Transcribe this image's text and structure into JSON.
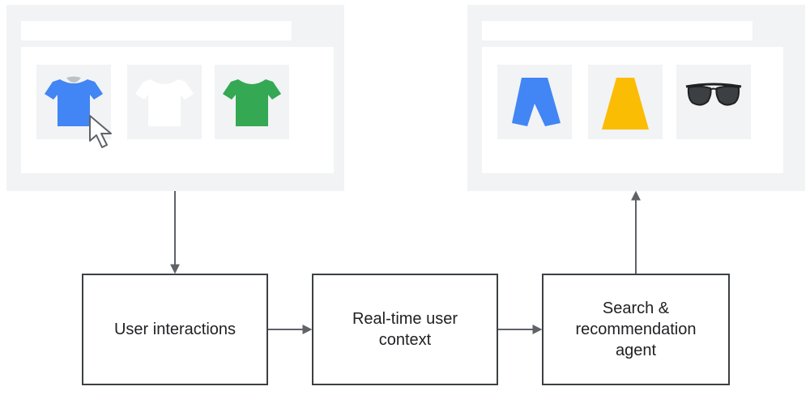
{
  "left_page": {
    "products": [
      {
        "icon": "tshirt-icon",
        "color": "#4285f4"
      },
      {
        "icon": "tshirt-icon",
        "color": "#ffffff"
      },
      {
        "icon": "tshirt-icon",
        "color": "#34a853"
      }
    ],
    "cursor_icon": "cursor-arrow-icon"
  },
  "right_page": {
    "products": [
      {
        "icon": "shorts-icon",
        "color": "#4285f4"
      },
      {
        "icon": "skirt-icon",
        "color": "#fbbc04"
      },
      {
        "icon": "sunglasses-icon",
        "color": "#3c4043"
      }
    ]
  },
  "flow": {
    "user_interactions": "User interactions",
    "real_time_context": "Real-time user\ncontext",
    "agent": "Search &\nrecommendation\nagent"
  },
  "colors": {
    "panel": "#f1f3f4",
    "line": "#5f6368",
    "box_border": "#3c4043"
  }
}
